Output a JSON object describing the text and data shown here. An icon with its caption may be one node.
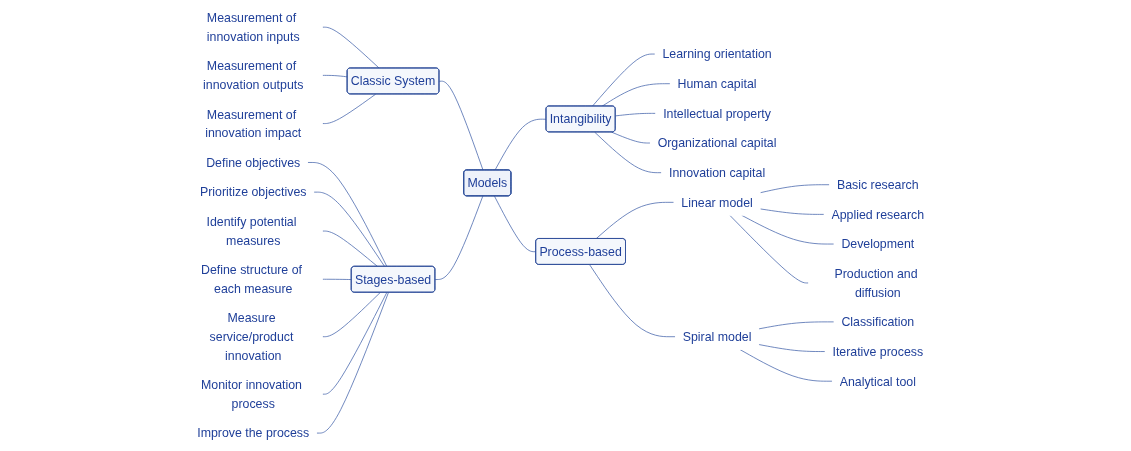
{
  "diagram": {
    "nodes": [
      {
        "text": [
          "Models"
        ]
      },
      {
        "text": [
          "Classic System"
        ]
      },
      {
        "text": [
          "Measurement of innovation inputs"
        ]
      },
      {
        "text": [
          "Measurement of innovation outputs"
        ]
      },
      {
        "text": [
          "Measurement of innovation impact"
        ]
      },
      {
        "text": [
          "Stages-based"
        ]
      },
      {
        "text": [
          "Define objectives"
        ]
      },
      {
        "text": [
          "Prioritize objectives"
        ]
      },
      {
        "text": [
          "Identify potential measures"
        ]
      },
      {
        "text": [
          "Define structure of each measure"
        ]
      },
      {
        "text": [
          "Measure service/product innovation"
        ]
      },
      {
        "text": [
          "Monitor innovation process"
        ]
      },
      {
        "text": [
          "Improve the process"
        ]
      },
      {
        "text": [
          "Intangibility"
        ]
      },
      {
        "text": [
          "Learning orientation"
        ]
      },
      {
        "text": [
          "Human capital"
        ]
      },
      {
        "text": [
          "Intellectual property"
        ]
      },
      {
        "text": [
          "Organizational capital"
        ]
      },
      {
        "text": [
          "Innovation capital"
        ]
      },
      {
        "text": [
          "Process-based"
        ]
      },
      {
        "text": [
          "Linear model"
        ]
      },
      {
        "text": [
          "Basic research"
        ]
      },
      {
        "text": [
          "Applied research"
        ]
      },
      {
        "text": [
          "Development"
        ]
      },
      {
        "text": [
          "Production and diffusion"
        ]
      },
      {
        "text": [
          "Spiral model"
        ]
      },
      {
        "text": [
          "Classification"
        ]
      },
      {
        "text": [
          "Iterative process"
        ]
      },
      {
        "text": [
          "Analytical tool"
        ]
      }
    ],
    "edges": [
      {
        "from": 1,
        "to": 0,
        "arrow": "none"
      },
      {
        "from": 2,
        "to": 1,
        "arrow": "none"
      },
      {
        "from": 3,
        "to": 1,
        "arrow": "none"
      },
      {
        "from": 4,
        "to": 1,
        "arrow": "none"
      },
      {
        "from": 5,
        "to": 0,
        "arrow": "none"
      },
      {
        "from": 6,
        "to": 5,
        "arrow": "none"
      },
      {
        "from": 7,
        "to": 5,
        "arrow": "none"
      },
      {
        "from": 8,
        "to": 5,
        "arrow": "none"
      },
      {
        "from": 9,
        "to": 5,
        "arrow": "none"
      },
      {
        "from": 10,
        "to": 5,
        "arrow": "none"
      },
      {
        "from": 11,
        "to": 5,
        "arrow": "none"
      },
      {
        "from": 12,
        "to": 5,
        "arrow": "none"
      },
      {
        "from": 0,
        "to": 13,
        "arrow": "none"
      },
      {
        "from": 13,
        "to": 14,
        "arrow": "none"
      },
      {
        "from": 13,
        "to": 15,
        "arrow": "none"
      },
      {
        "from": 13,
        "to": 16,
        "arrow": "none"
      },
      {
        "from": 13,
        "to": 17,
        "arrow": "none"
      },
      {
        "from": 13,
        "to": 18,
        "arrow": "none"
      },
      {
        "from": 0,
        "to": 19,
        "arrow": "none"
      },
      {
        "from": 19,
        "to": 20,
        "arrow": "none"
      },
      {
        "from": 20,
        "to": 21,
        "arrow": "none"
      },
      {
        "from": 20,
        "to": 22,
        "arrow": "none"
      },
      {
        "from": 20,
        "to": 23,
        "arrow": "none"
      },
      {
        "from": 20,
        "to": 24,
        "arrow": "none"
      },
      {
        "from": 19,
        "to": 25,
        "arrow": "none"
      },
      {
        "from": 25,
        "to": 26,
        "arrow": "none"
      },
      {
        "from": 25,
        "to": 27,
        "arrow": "none"
      },
      {
        "from": 25,
        "to": 28,
        "arrow": "none"
      }
    ]
  }
}
